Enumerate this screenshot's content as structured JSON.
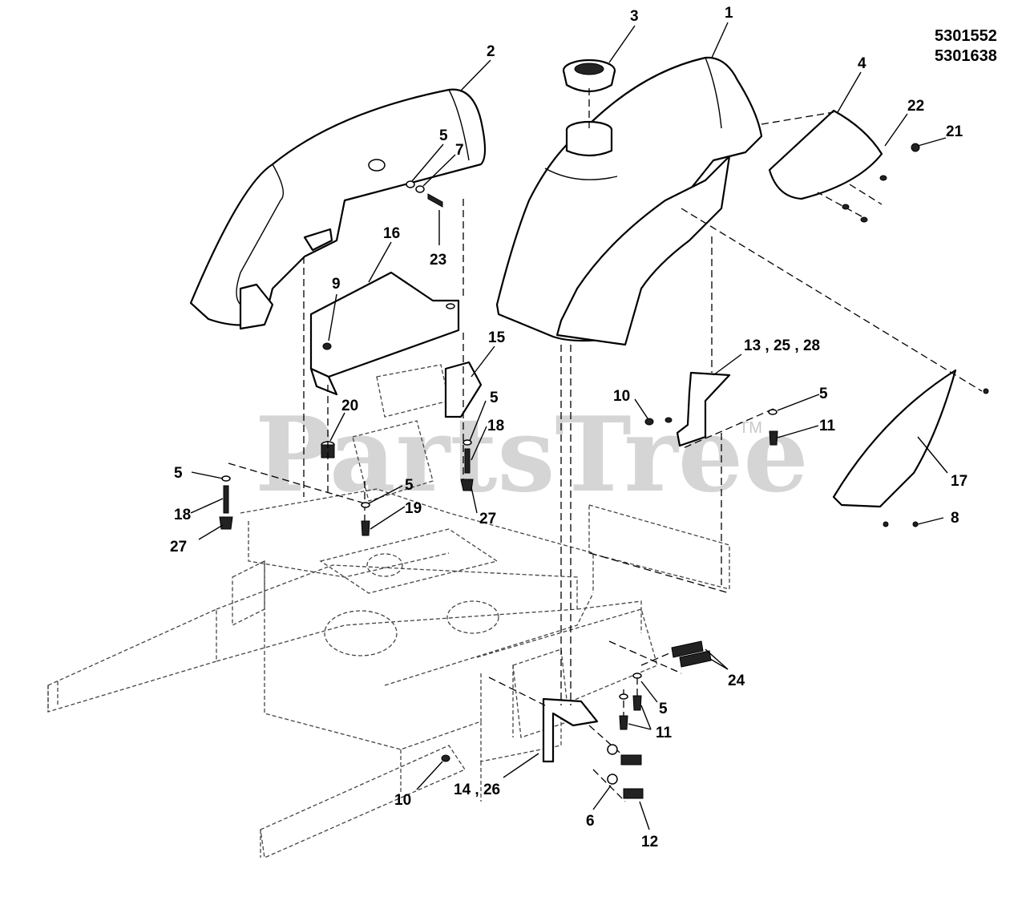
{
  "model_numbers": [
    "5301552",
    "5301638"
  ],
  "watermark": {
    "text": "PartsTree",
    "trademark": "TM"
  },
  "callouts": [
    {
      "id": "c1",
      "label": "1"
    },
    {
      "id": "c2",
      "label": "2"
    },
    {
      "id": "c3",
      "label": "3"
    },
    {
      "id": "c4",
      "label": "4"
    },
    {
      "id": "c5a",
      "label": "5"
    },
    {
      "id": "c7",
      "label": "7"
    },
    {
      "id": "c22",
      "label": "22"
    },
    {
      "id": "c21",
      "label": "21"
    },
    {
      "id": "c16",
      "label": "16"
    },
    {
      "id": "c23",
      "label": "23"
    },
    {
      "id": "c9",
      "label": "9"
    },
    {
      "id": "c15",
      "label": "15"
    },
    {
      "id": "c13",
      "label": "13 , 25 , 28"
    },
    {
      "id": "c10a",
      "label": "10"
    },
    {
      "id": "c5b",
      "label": "5"
    },
    {
      "id": "c11a",
      "label": "11"
    },
    {
      "id": "c20",
      "label": "20"
    },
    {
      "id": "c5c",
      "label": "5"
    },
    {
      "id": "c18a",
      "label": "18"
    },
    {
      "id": "c5d",
      "label": "5"
    },
    {
      "id": "c18b",
      "label": "18"
    },
    {
      "id": "c5e",
      "label": "5"
    },
    {
      "id": "c19",
      "label": "19"
    },
    {
      "id": "c27a",
      "label": "27"
    },
    {
      "id": "c27b",
      "label": "27"
    },
    {
      "id": "c17",
      "label": "17"
    },
    {
      "id": "c8",
      "label": "8"
    },
    {
      "id": "c24",
      "label": "24"
    },
    {
      "id": "c5f",
      "label": "5"
    },
    {
      "id": "c11b",
      "label": "11"
    },
    {
      "id": "c10b",
      "label": "10"
    },
    {
      "id": "c14",
      "label": "14 , 26"
    },
    {
      "id": "c6",
      "label": "6"
    },
    {
      "id": "c12",
      "label": "12"
    }
  ]
}
